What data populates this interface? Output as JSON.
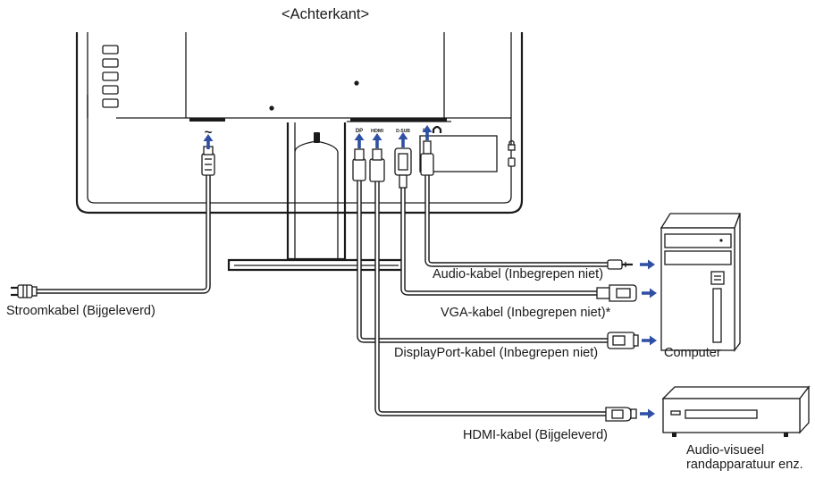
{
  "title": "<Achterkant>",
  "labels": {
    "power_cable": "Stroomkabel (Bijgeleverd)",
    "audio_cable": "Audio-kabel (Inbegrepen niet)",
    "vga_cable": "VGA-kabel (Inbegrepen niet)*",
    "displayport_cable": "DisplayPort-kabel (Inbegrepen niet)",
    "hdmi_cable": "HDMI-kabel (Bijgeleverd)",
    "computer": "Computer",
    "av_device_line1": "Audio-visueel",
    "av_device_line2": "randapparatuur enz."
  },
  "port_labels": {
    "power": "~",
    "displayport": "DP",
    "hdmi": "HDMI",
    "dsub": "D-SUB",
    "audio_in": "IN"
  },
  "colors": {
    "arrow": "#2e4fa3",
    "line": "#1a1a1a",
    "background": "#ffffff"
  },
  "icons": [
    "power-plug-icon",
    "displayport-plug-icon",
    "hdmi-plug-icon",
    "vga-plug-icon",
    "audio-jack-icon",
    "headphone-icon",
    "kensington-lock-icon",
    "computer-tower-icon",
    "av-device-icon",
    "arrow-icon"
  ]
}
